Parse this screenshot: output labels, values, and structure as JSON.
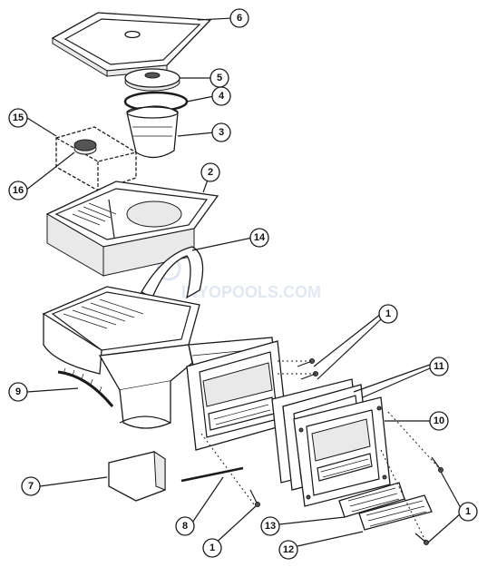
{
  "diagram": {
    "background": "#ffffff",
    "line_color": "#1a1a1a",
    "callouts": {
      "c1a": "1",
      "c1b": "1",
      "c1c": "1",
      "c2": "2",
      "c3": "3",
      "c4": "4",
      "c5": "5",
      "c6": "6",
      "c7": "7",
      "c8": "8",
      "c9": "9",
      "c10": "10",
      "c11": "11",
      "c12": "12",
      "c13": "13",
      "c14": "14",
      "c15": "15",
      "c16": "16"
    }
  },
  "watermark": {
    "text": "INYOPOOLS.COM",
    "color": "#c9d6e6"
  }
}
